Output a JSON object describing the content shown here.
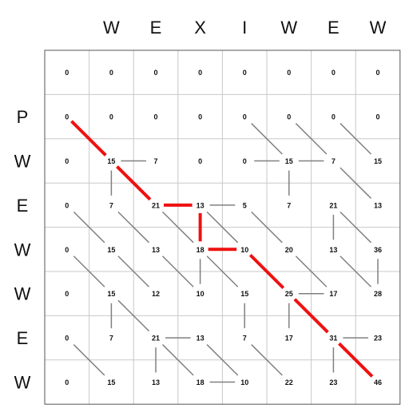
{
  "col_headers": [
    "W",
    "E",
    "X",
    "I",
    "W",
    "E",
    "W"
  ],
  "row_headers": [
    "P",
    "W",
    "E",
    "W",
    "W",
    "E",
    "W"
  ],
  "matrix": [
    [
      0,
      0,
      0,
      0,
      0,
      0,
      0,
      0
    ],
    [
      0,
      0,
      0,
      0,
      0,
      0,
      0,
      0
    ],
    [
      0,
      15,
      7,
      0,
      0,
      15,
      7,
      15
    ],
    [
      0,
      7,
      21,
      13,
      5,
      7,
      21,
      13
    ],
    [
      0,
      15,
      13,
      18,
      10,
      20,
      13,
      36
    ],
    [
      0,
      15,
      12,
      10,
      15,
      25,
      17,
      28
    ],
    [
      0,
      7,
      21,
      13,
      7,
      17,
      31,
      23
    ],
    [
      0,
      15,
      13,
      18,
      10,
      22,
      23,
      46
    ]
  ],
  "traceback_edges": [
    {
      "from": [
        0,
        1
      ],
      "to": [
        1,
        2
      ],
      "dir": "diag"
    },
    {
      "from": [
        4,
        1
      ],
      "to": [
        5,
        2
      ],
      "dir": "diag"
    },
    {
      "from": [
        6,
        1
      ],
      "to": [
        7,
        2
      ],
      "dir": "diag"
    },
    {
      "from": [
        1,
        2
      ],
      "to": [
        2,
        2
      ],
      "dir": "right"
    },
    {
      "from": [
        1,
        2
      ],
      "to": [
        1,
        3
      ],
      "dir": "down"
    },
    {
      "from": [
        5,
        2
      ],
      "to": [
        6,
        2
      ],
      "dir": "right"
    },
    {
      "from": [
        5,
        2
      ],
      "to": [
        5,
        3
      ],
      "dir": "down"
    },
    {
      "from": [
        6,
        2
      ],
      "to": [
        7,
        3
      ],
      "dir": "diag"
    },
    {
      "from": [
        0,
        3
      ],
      "to": [
        1,
        4
      ],
      "dir": "diag"
    },
    {
      "from": [
        2,
        3
      ],
      "to": [
        3,
        3
      ],
      "dir": "right"
    },
    {
      "from": [
        3,
        3
      ],
      "to": [
        4,
        3
      ],
      "dir": "right"
    },
    {
      "from": [
        3,
        3
      ],
      "to": [
        4,
        4
      ],
      "dir": "diag"
    },
    {
      "from": [
        4,
        3
      ],
      "to": [
        5,
        4
      ],
      "dir": "diag"
    },
    {
      "from": [
        2,
        3
      ],
      "to": [
        3,
        4
      ],
      "dir": "diag"
    },
    {
      "from": [
        6,
        3
      ],
      "to": [
        6,
        4
      ],
      "dir": "down"
    },
    {
      "from": [
        6,
        3
      ],
      "to": [
        7,
        4
      ],
      "dir": "diag"
    },
    {
      "from": [
        1,
        3
      ],
      "to": [
        2,
        4
      ],
      "dir": "diag"
    },
    {
      "from": [
        0,
        4
      ],
      "to": [
        1,
        5
      ],
      "dir": "diag"
    },
    {
      "from": [
        1,
        4
      ],
      "to": [
        2,
        5
      ],
      "dir": "diag"
    },
    {
      "from": [
        2,
        4
      ],
      "to": [
        3,
        5
      ],
      "dir": "diag"
    },
    {
      "from": [
        3,
        4
      ],
      "to": [
        3,
        5
      ],
      "dir": "down"
    },
    {
      "from": [
        3,
        4
      ],
      "to": [
        4,
        5
      ],
      "dir": "diag"
    },
    {
      "from": [
        5,
        4
      ],
      "to": [
        6,
        5
      ],
      "dir": "diag"
    },
    {
      "from": [
        6,
        4
      ],
      "to": [
        7,
        5
      ],
      "dir": "diag"
    },
    {
      "from": [
        7,
        4
      ],
      "to": [
        7,
        5
      ],
      "dir": "down"
    },
    {
      "from": [
        1,
        5
      ],
      "to": [
        1,
        6
      ],
      "dir": "down"
    },
    {
      "from": [
        1,
        5
      ],
      "to": [
        2,
        6
      ],
      "dir": "diag"
    },
    {
      "from": [
        4,
        5
      ],
      "to": [
        4,
        6
      ],
      "dir": "down"
    },
    {
      "from": [
        5,
        5
      ],
      "to": [
        5,
        6
      ],
      "dir": "down"
    },
    {
      "from": [
        5,
        5
      ],
      "to": [
        6,
        5
      ],
      "dir": "right"
    },
    {
      "from": [
        2,
        6
      ],
      "to": [
        3,
        6
      ],
      "dir": "right"
    },
    {
      "from": [
        2,
        6
      ],
      "to": [
        2,
        7
      ],
      "dir": "down"
    },
    {
      "from": [
        2,
        6
      ],
      "to": [
        3,
        7
      ],
      "dir": "diag"
    },
    {
      "from": [
        3,
        6
      ],
      "to": [
        4,
        7
      ],
      "dir": "diag"
    },
    {
      "from": [
        4,
        6
      ],
      "to": [
        5,
        7
      ],
      "dir": "diag"
    },
    {
      "from": [
        6,
        6
      ],
      "to": [
        7,
        6
      ],
      "dir": "right"
    },
    {
      "from": [
        6,
        6
      ],
      "to": [
        6,
        7
      ],
      "dir": "down"
    },
    {
      "from": [
        0,
        6
      ],
      "to": [
        1,
        7
      ],
      "dir": "diag"
    },
    {
      "from": [
        3,
        7
      ],
      "to": [
        4,
        7
      ],
      "dir": "right"
    },
    {
      "from": [
        5,
        1
      ],
      "to": [
        6,
        2
      ],
      "dir": "diag"
    },
    {
      "from": [
        4,
        2
      ],
      "to": [
        5,
        2
      ],
      "dir": "right"
    }
  ],
  "optimal_path": [
    [
      0,
      1
    ],
    [
      1,
      2
    ],
    [
      2,
      3
    ],
    [
      3,
      3
    ],
    [
      3,
      4
    ],
    [
      4,
      4
    ],
    [
      5,
      5
    ],
    [
      6,
      6
    ],
    [
      7,
      7
    ]
  ],
  "colors": {
    "path": "#ee1111",
    "edge": "#808080",
    "grid": "#c8c8c8",
    "border": "#555555"
  }
}
